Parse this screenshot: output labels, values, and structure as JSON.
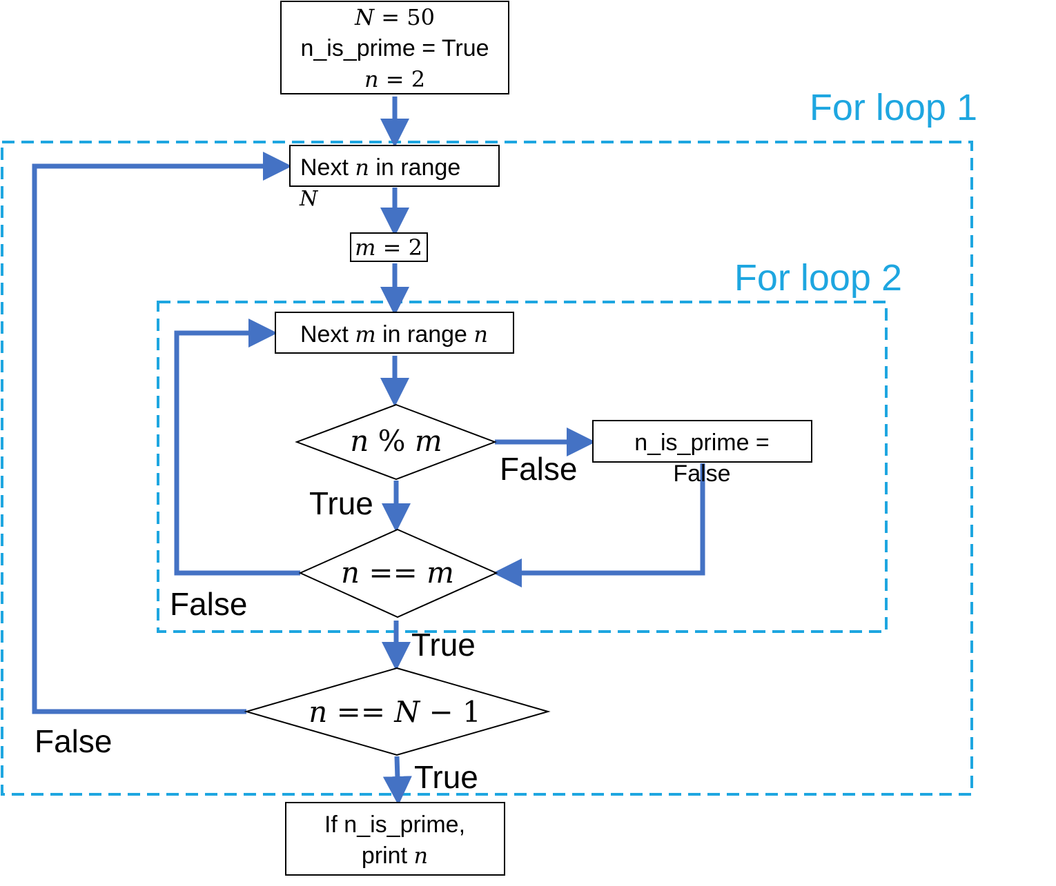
{
  "colors": {
    "arrow": "#4472C4",
    "loop_border": "#1EA6E0",
    "box_border": "#000000",
    "background": "#FFFFFF"
  },
  "loops": {
    "outer_label": "For loop 1",
    "inner_label": "For loop 2"
  },
  "nodes": {
    "init": {
      "line1_var": "N",
      "line1_eq": " = 50",
      "line2": "n_is_prime = True",
      "line3_var": "n",
      "line3_eq": " = 2"
    },
    "next_n": {
      "prefix": "Next ",
      "var": "n",
      "suffix": " in range",
      "below_var": "N"
    },
    "set_m": {
      "var": "m",
      "eq": " = 2"
    },
    "next_m": {
      "prefix": "Next ",
      "var": "m",
      "mid": " in range ",
      "var2": "n"
    },
    "mod_check": {
      "var1": "n",
      "op": " % ",
      "var2": "m"
    },
    "set_false": {
      "line1": "n_is_prime =",
      "line2": "False"
    },
    "eq_check": {
      "var1": "n",
      "op": " == ",
      "var2": "m"
    },
    "end_check": {
      "var1": "n",
      "op": " == ",
      "var2": "N",
      "tail": " − 1"
    },
    "output": {
      "line1": "If n_is_prime,",
      "line2_prefix": "print ",
      "line2_var": "n"
    }
  },
  "edge_labels": {
    "mod_false": "False",
    "mod_true": "True",
    "eq_false": "False",
    "eq_true": "True",
    "end_false": "False",
    "end_true": "True"
  }
}
